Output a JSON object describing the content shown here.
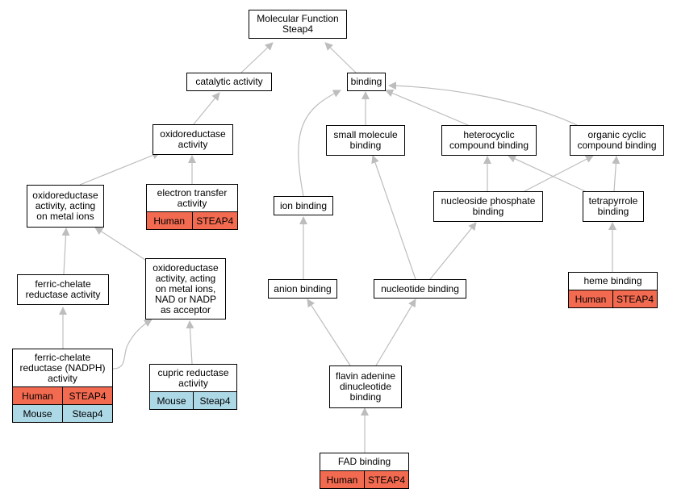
{
  "colors": {
    "edge": "#bdbdbd",
    "human": "#f26a50",
    "mouse": "#add8e6",
    "node_border": "#000000",
    "background": "#ffffff"
  },
  "nodes": {
    "molecular_function": {
      "label": "Molecular Function\nSteap4"
    },
    "catalytic_activity": {
      "label": "catalytic activity"
    },
    "binding": {
      "label": "binding"
    },
    "oxidoreductase_activity": {
      "label": "oxidoreductase\nactivity"
    },
    "oxidoreductase_metal_ions": {
      "label": "oxidoreductase\nactivity, acting\non metal ions"
    },
    "electron_transfer_activity": {
      "label": "electron transfer\nactivity",
      "annotations": [
        {
          "species": "Human",
          "gene": "STEAP4"
        }
      ]
    },
    "ferric_chelate_reductase_activity": {
      "label": "ferric-chelate\nreductase activity"
    },
    "oxidoreductase_nadp": {
      "label": "oxidoreductase\nactivity, acting\non metal ions,\nNAD or NADP\nas acceptor"
    },
    "ferric_chelate_reductase_nadph": {
      "label": "ferric-chelate\nreductase (NADPH)\nactivity",
      "annotations": [
        {
          "species": "Human",
          "gene": "STEAP4"
        },
        {
          "species": "Mouse",
          "gene": "Steap4"
        }
      ]
    },
    "cupric_reductase_activity": {
      "label": "cupric reductase\nactivity",
      "annotations": [
        {
          "species": "Mouse",
          "gene": "Steap4"
        }
      ]
    },
    "small_molecule_binding": {
      "label": "small molecule\nbinding"
    },
    "heterocyclic_compound_binding": {
      "label": "heterocyclic\ncompound binding"
    },
    "organic_cyclic_compound_binding": {
      "label": "organic cyclic\ncompound binding"
    },
    "ion_binding": {
      "label": "ion binding"
    },
    "nucleoside_phosphate_binding": {
      "label": "nucleoside phosphate\nbinding"
    },
    "tetrapyrrole_binding": {
      "label": "tetrapyrrole\nbinding"
    },
    "anion_binding": {
      "label": "anion binding"
    },
    "nucleotide_binding": {
      "label": "nucleotide binding"
    },
    "heme_binding": {
      "label": "heme binding",
      "annotations": [
        {
          "species": "Human",
          "gene": "STEAP4"
        }
      ]
    },
    "flavin_adenine_dinucleotide_binding": {
      "label": "flavin adenine\ndinucleotide\nbinding"
    },
    "fad_binding": {
      "label": "FAD binding",
      "annotations": [
        {
          "species": "Human",
          "gene": "STEAP4"
        }
      ]
    }
  },
  "edges": [
    {
      "from": "catalytic_activity",
      "to": "molecular_function"
    },
    {
      "from": "binding",
      "to": "molecular_function"
    },
    {
      "from": "oxidoreductase_activity",
      "to": "catalytic_activity"
    },
    {
      "from": "oxidoreductase_metal_ions",
      "to": "oxidoreductase_activity"
    },
    {
      "from": "electron_transfer_activity",
      "to": "oxidoreductase_activity"
    },
    {
      "from": "ferric_chelate_reductase_activity",
      "to": "oxidoreductase_metal_ions"
    },
    {
      "from": "oxidoreductase_nadp",
      "to": "oxidoreductase_metal_ions"
    },
    {
      "from": "ferric_chelate_reductase_nadph",
      "to": "ferric_chelate_reductase_activity"
    },
    {
      "from": "ferric_chelate_reductase_nadph",
      "to": "oxidoreductase_nadp"
    },
    {
      "from": "cupric_reductase_activity",
      "to": "oxidoreductase_nadp"
    },
    {
      "from": "ion_binding",
      "to": "binding"
    },
    {
      "from": "small_molecule_binding",
      "to": "binding"
    },
    {
      "from": "heterocyclic_compound_binding",
      "to": "binding"
    },
    {
      "from": "organic_cyclic_compound_binding",
      "to": "binding"
    },
    {
      "from": "nucleoside_phosphate_binding",
      "to": "heterocyclic_compound_binding"
    },
    {
      "from": "nucleoside_phosphate_binding",
      "to": "organic_cyclic_compound_binding"
    },
    {
      "from": "tetrapyrrole_binding",
      "to": "heterocyclic_compound_binding"
    },
    {
      "from": "tetrapyrrole_binding",
      "to": "organic_cyclic_compound_binding"
    },
    {
      "from": "anion_binding",
      "to": "ion_binding"
    },
    {
      "from": "nucleotide_binding",
      "to": "small_molecule_binding"
    },
    {
      "from": "nucleotide_binding",
      "to": "nucleoside_phosphate_binding"
    },
    {
      "from": "heme_binding",
      "to": "tetrapyrrole_binding"
    },
    {
      "from": "flavin_adenine_dinucleotide_binding",
      "to": "anion_binding"
    },
    {
      "from": "flavin_adenine_dinucleotide_binding",
      "to": "nucleotide_binding"
    },
    {
      "from": "fad_binding",
      "to": "flavin_adenine_dinucleotide_binding"
    }
  ]
}
